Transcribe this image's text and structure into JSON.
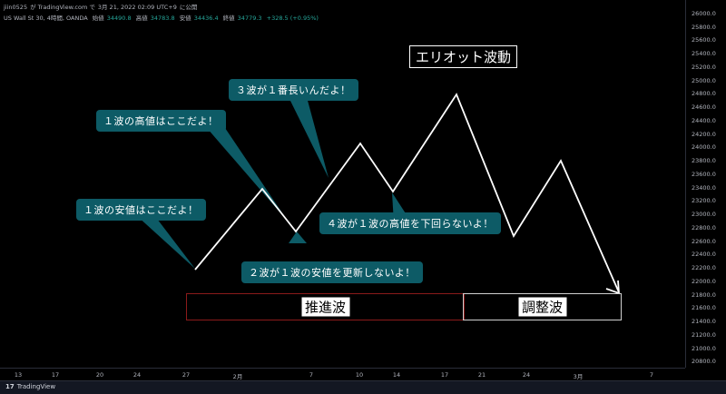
{
  "header": {
    "publisher": "jiin0525",
    "attribution": "が TradingView.com で",
    "timestamp": "3月 21, 2022 02:09 UTC+9",
    "published": "に公開",
    "symbol": "US Wall St 30, 4時間, OANDA",
    "open_label": "始値",
    "open_value": "34490.8",
    "high_label": "高値",
    "high_value": "34783.8",
    "low_label": "安値",
    "low_value": "34436.4",
    "close_label": "終値",
    "close_value": "34779.3",
    "change": "+328.5 (+0.95%)",
    "colors": {
      "change": "#26a69a"
    }
  },
  "title": "エリオット波動",
  "callouts": {
    "wave1_low": "１波の安値はここだよ！",
    "wave1_high": "１波の高値はここだよ！",
    "wave3": "３波が１番長いんだよ！",
    "wave2": "２波が１波の安値を更新しないよ！",
    "wave4": "４波が１波の高値を下回らないよ！"
  },
  "zones": {
    "impulse": "推進波",
    "corrective": "調整波",
    "colors": {
      "impulse": "#8b1a1a",
      "corrective": "#d0d0d0"
    }
  },
  "y_axis": [
    "26000.0",
    "25800.0",
    "25600.0",
    "25400.0",
    "25200.0",
    "25000.0",
    "24800.0",
    "24600.0",
    "24400.0",
    "24200.0",
    "24000.0",
    "23800.0",
    "23600.0",
    "23400.0",
    "23200.0",
    "23000.0",
    "22800.0",
    "22600.0",
    "22400.0",
    "22200.0",
    "22000.0",
    "21800.0",
    "21600.0",
    "21400.0",
    "21200.0",
    "21000.0",
    "20800.0"
  ],
  "x_axis": [
    "13",
    "17",
    "20",
    "24",
    "27",
    "2月",
    "7",
    "10",
    "14",
    "17",
    "21",
    "24",
    "3月",
    "7"
  ],
  "footer": {
    "brand": "TradingView",
    "icon": "tradingview-logo-icon"
  },
  "wave_path": [
    22150,
    23400,
    22770,
    24050,
    23350,
    24780,
    22700,
    23780,
    21820
  ],
  "colors": {
    "callout": "#0d5b66",
    "line": "#ffffff",
    "background": "#000000"
  }
}
